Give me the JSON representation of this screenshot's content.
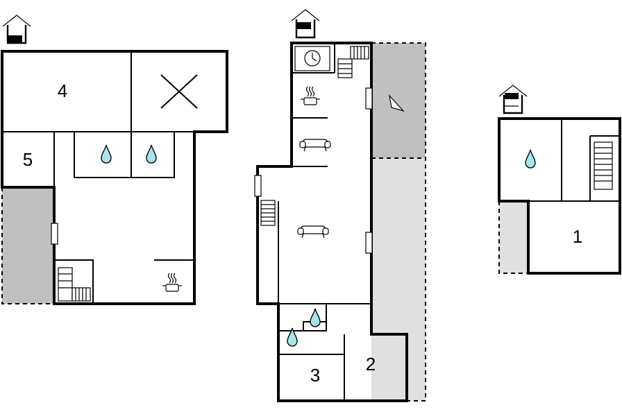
{
  "rooms": {
    "r4": "4",
    "r5": "5",
    "r3": "3",
    "r2": "2",
    "r1": "1"
  },
  "colors": {
    "terrace_dark": "#c0c0c0",
    "terrace_light": "#e0e0e0",
    "water": "#a8e4ec",
    "wall": "#000000"
  },
  "icons": [
    "floor-level-icon",
    "water-drop-icon",
    "stairs-icon",
    "cooking-pot-icon",
    "sofa-icon",
    "clock-icon",
    "fireplace-icon",
    "cross-icon"
  ]
}
